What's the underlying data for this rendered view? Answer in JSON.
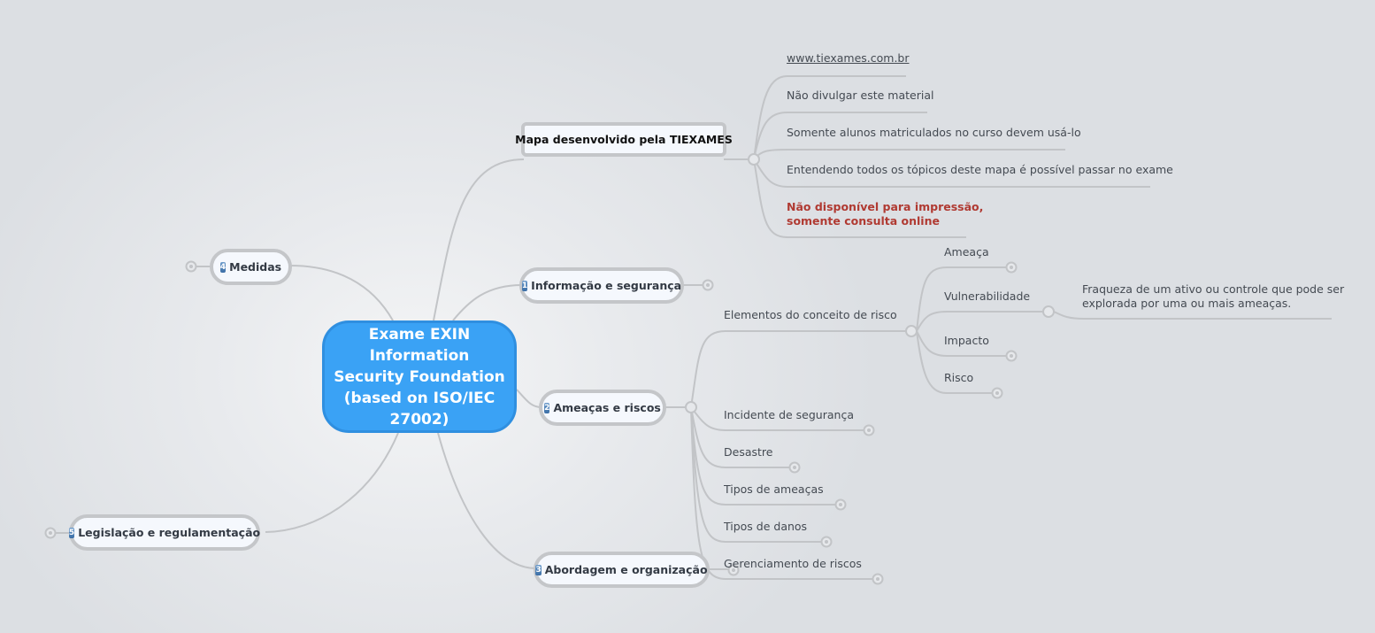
{
  "central": {
    "title": "Exame EXIN Information Security Foundation (based on ISO/IEC 27002)",
    "color": "#3aa2f5"
  },
  "topics": {
    "info_node": {
      "label": "Mapa desenvolvido pela TIEXAMES"
    },
    "t1": {
      "badge": "1",
      "label": "Informação e segurança"
    },
    "t2": {
      "badge": "2",
      "label": "Ameaças e riscos"
    },
    "t3": {
      "badge": "3",
      "label": "Abordagem e organização"
    },
    "t4": {
      "badge": "4",
      "label": "Medidas"
    },
    "t5": {
      "badge": "5",
      "label": "Legislação e regulamentação"
    }
  },
  "info_notes": [
    {
      "label": "www.tiexames.com.br",
      "type": "link"
    },
    {
      "label": "Não divulgar este material"
    },
    {
      "label": "Somente alunos matriculados no curso devem usá-lo"
    },
    {
      "label": "Entendendo todos os tópicos deste mapa é possível passar no exame"
    },
    {
      "label": "Não disponível para impressão,",
      "label2": "somente consulta online",
      "color": "#b03a32"
    }
  ],
  "ameacas_children": [
    {
      "label": "Elementos do conceito de risco"
    },
    {
      "label": "Incidente de segurança"
    },
    {
      "label": "Desastre"
    },
    {
      "label": "Tipos de ameaças"
    },
    {
      "label": "Tipos de danos"
    },
    {
      "label": "Gerenciamento de riscos"
    }
  ],
  "risk_elements": [
    {
      "label": "Ameaça"
    },
    {
      "label": "Vulnerabilidade"
    },
    {
      "label": "Impacto"
    },
    {
      "label": "Risco"
    }
  ],
  "vulnerabilidade_def": {
    "line1": "Fraqueza de um ativo ou controle que pode ser",
    "line2": "explorada por uma ou mais ameaças."
  }
}
